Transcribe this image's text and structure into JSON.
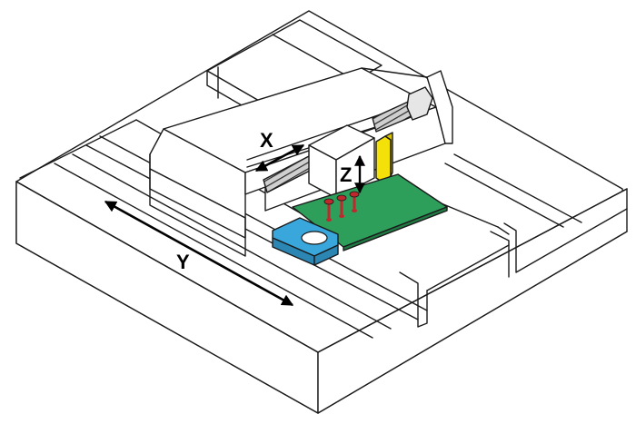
{
  "axes": {
    "x_label": "X",
    "y_label": "Y",
    "z_label": "Z"
  },
  "colors": {
    "body": "#ffffff",
    "outline": "#1a1a1a",
    "pcb": "#2e9e5b",
    "fixture": "#3aa7dc",
    "probe": "#c0282d",
    "side_plate": "#f5e10a",
    "screw": "#6b6b6b"
  },
  "icons": {
    "x_arrow": "double-headed-arrow",
    "y_arrow": "double-headed-arrow",
    "z_arrow": "double-headed-arrow"
  }
}
